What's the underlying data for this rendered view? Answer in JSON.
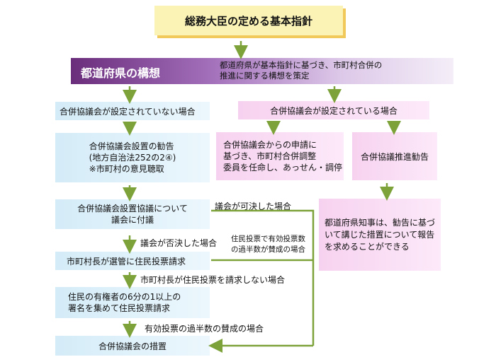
{
  "title": "総務大臣の定める基本指針",
  "header": {
    "label": "都道府県の構想",
    "desc_line1": "都道府県が基本指針に基づき、市町村合併の",
    "desc_line2": "推進に関する構想を策定"
  },
  "left": {
    "not_set": "合併協議会が設定されていない場合",
    "recommend_line1": "合併協議会設置の勧告",
    "recommend_line2": "(地方自治法252の2④)",
    "recommend_line3": "※市町村の意見聴取",
    "council_line1": "合併協議会設置協議について",
    "council_line2": "議会に付議",
    "rejected": "議会が否決した場合",
    "mayor_request": "市町村長が選管に住民投票請求",
    "mayor_not_request": "市町村長が住民投票を請求しない場合",
    "residents_line1": "住民の有権者の6分の1以上の",
    "residents_line2": "署名を集めて住民投票請求",
    "majority": "有効投票の過半数の賛成の場合",
    "final": "合併協議会の措置"
  },
  "right": {
    "set": "合併協議会が設定されている場合",
    "mediation_line1": "合併協議会からの申請に",
    "mediation_line2": "基づき、市町村合併調整",
    "mediation_line3": "委員を任命し、あっせん・調停",
    "promote": "合併協議推進勧告",
    "governor_line1": "都道府県知事は、勧告に基づ",
    "governor_line2": "いて講じた措置について報告",
    "governor_line3": "を求めることができる"
  },
  "side": {
    "approved": "議会が可決した場合",
    "referendum_line1": "住民投票で有効投票数",
    "referendum_line2": "の過半数が賛成の場合"
  },
  "colors": {
    "arrow": "#7da23a",
    "title_box": "#fbf3b6",
    "title_shadow": "#f0c95a",
    "header_dark": "#6a2d7c"
  }
}
